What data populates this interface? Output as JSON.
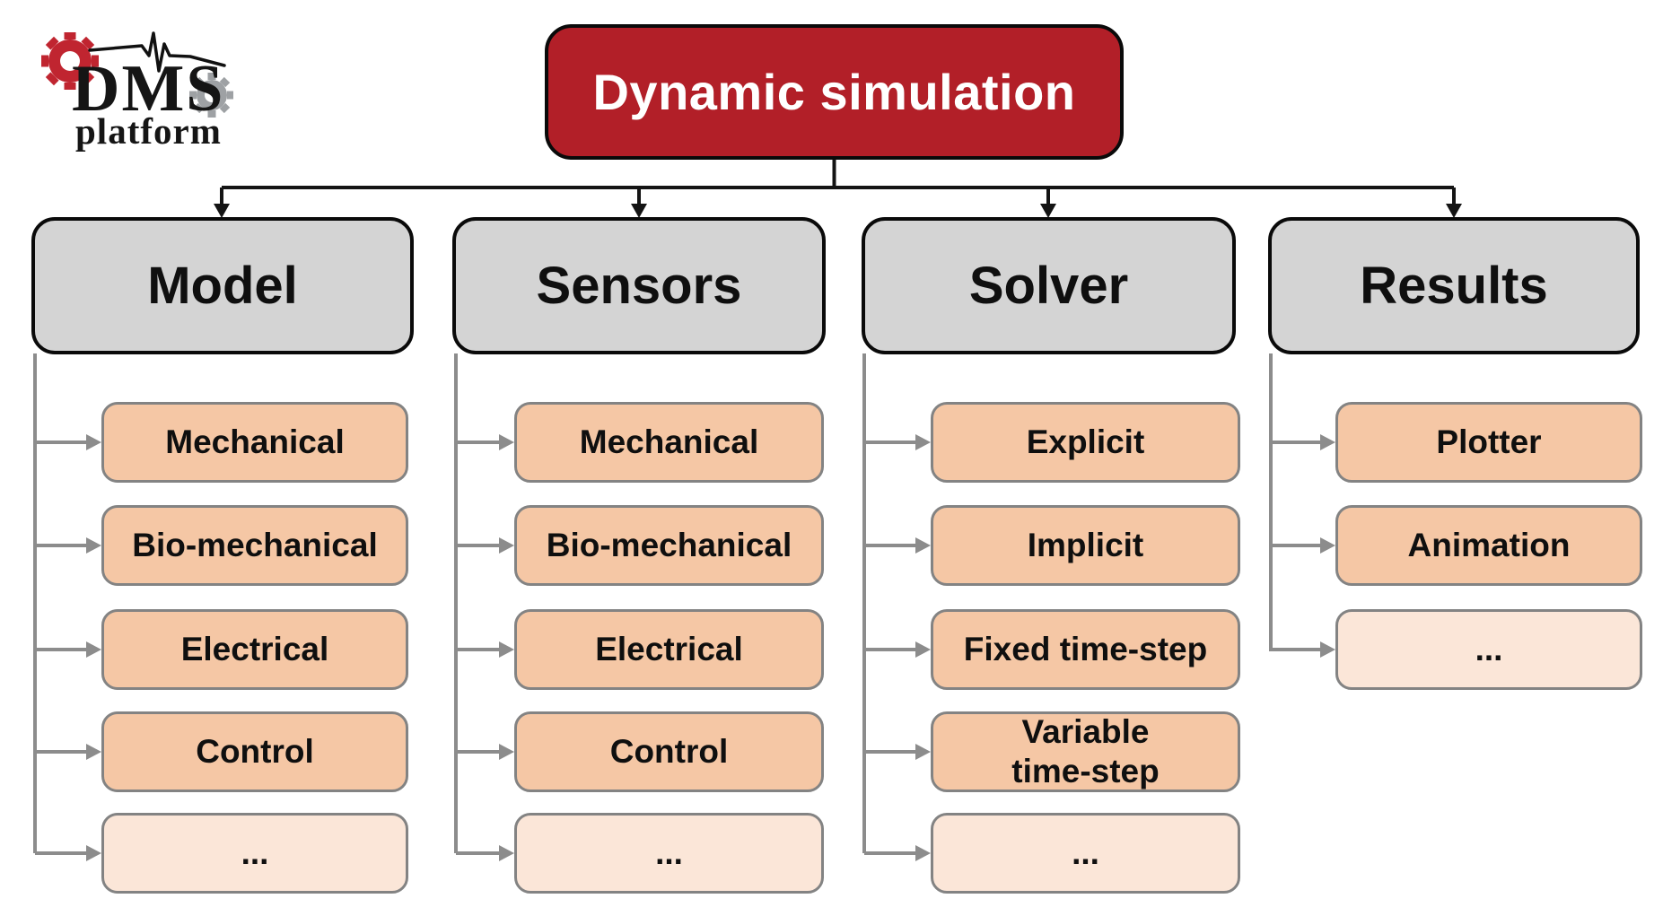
{
  "logo": {
    "title": "DMS",
    "subtitle": "platform"
  },
  "root": {
    "label": "Dynamic simulation"
  },
  "columns": [
    {
      "label": "Model",
      "children": [
        "Mechanical",
        "Bio-mechanical",
        "Electrical",
        "Control",
        "..."
      ]
    },
    {
      "label": "Sensors",
      "children": [
        "Mechanical",
        "Bio-mechanical",
        "Electrical",
        "Control",
        "..."
      ]
    },
    {
      "label": "Solver",
      "children": [
        "Explicit",
        "Implicit",
        "Fixed time-step",
        "Variable time-step",
        "..."
      ]
    },
    {
      "label": "Results",
      "children": [
        "Plotter",
        "Animation",
        "..."
      ]
    }
  ],
  "colors": {
    "root_fill": "#B21F28",
    "root_text": "#FFFFFF",
    "header_fill": "#D4D4D4",
    "child_fill": "#F5C7A5",
    "child_fill_light": "#FBE6D8",
    "node_border_dark": "#0A0A0A",
    "child_border": "#838383",
    "connector_black": "#141414",
    "connector_gray": "#8C8C8C",
    "logo_red": "#C02530",
    "logo_gray": "#9EA1A4",
    "text_dark": "#0F0F0F"
  }
}
